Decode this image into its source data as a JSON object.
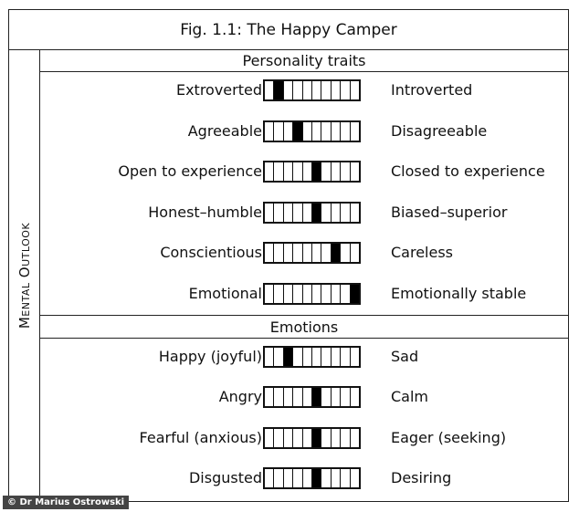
{
  "title": "Fig. 1.1: The Happy Camper",
  "side_label": "Mental Outlook",
  "scale_cells": 10,
  "sections": [
    {
      "heading": "Personality traits",
      "rows": [
        {
          "left": "Extroverted",
          "right": "Introverted",
          "level": 1
        },
        {
          "left": "Agreeable",
          "right": "Disagreeable",
          "level": 3
        },
        {
          "left": "Open to experience",
          "right": "Closed to experience",
          "level": 5
        },
        {
          "left": "Honest–humble",
          "right": "Biased–superior",
          "level": 5
        },
        {
          "left": "Conscientious",
          "right": "Careless",
          "level": 7
        },
        {
          "left": "Emotional",
          "right": "Emotionally stable",
          "level": 9
        }
      ]
    },
    {
      "heading": "Emotions",
      "rows": [
        {
          "left": "Happy (joyful)",
          "right": "Sad",
          "level": 2
        },
        {
          "left": "Angry",
          "right": "Calm",
          "level": 5
        },
        {
          "left": "Fearful (anxious)",
          "right": "Eager (seeking)",
          "level": 5
        },
        {
          "left": "Disgusted",
          "right": "Desiring",
          "level": 5
        }
      ]
    }
  ],
  "credit": "© Dr Marius Ostrowski"
}
